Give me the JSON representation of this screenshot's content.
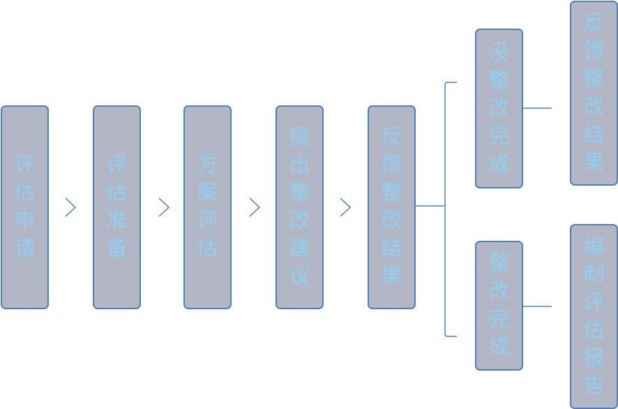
{
  "diagram": {
    "type": "process-flow",
    "colors": {
      "box_fill": "#b3b7c5",
      "box_border": "#4a80bf",
      "text": "#8fd0f5",
      "connector": "#4a80bf"
    },
    "steps": [
      {
        "id": "s1",
        "label": "评估申请"
      },
      {
        "id": "s2",
        "label": "评估准备"
      },
      {
        "id": "s3",
        "label": "方案评估"
      },
      {
        "id": "s4",
        "label": "提出整改建议"
      },
      {
        "id": "s5",
        "label": "反馈整改结果"
      }
    ],
    "branches": [
      {
        "id": "b1",
        "label": "没整改完成",
        "next": {
          "id": "n1",
          "label": "反馈整改结果"
        }
      },
      {
        "id": "b2",
        "label": "整改完成",
        "next": {
          "id": "n2",
          "label": "编制评估报告"
        }
      }
    ],
    "arrow_icon": "chevron-right-icon"
  }
}
